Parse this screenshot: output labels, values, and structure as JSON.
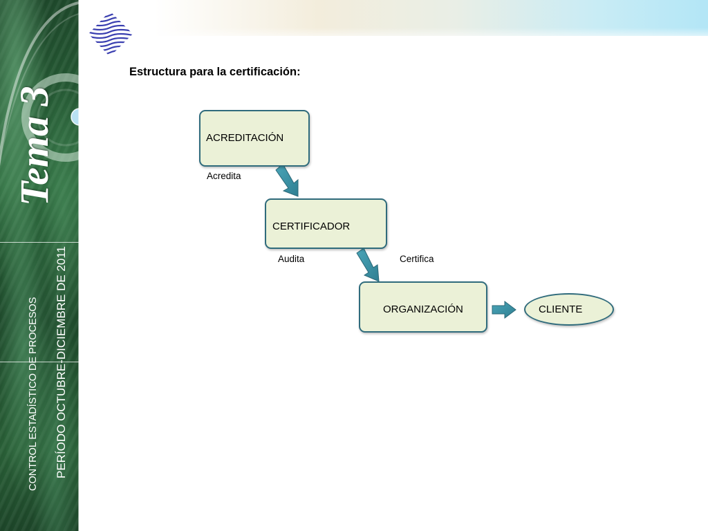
{
  "sidebar": {
    "tema": "Tema 3",
    "periodo": "PERÍODO OCTUBRE-DICIEMBRE DE 2011",
    "control": "CONTROL ESTADÍSTICO DE PROCESOS"
  },
  "slide": {
    "title": "Estructura para la certificación:"
  },
  "diagram": {
    "nodes": {
      "acreditacion": "ACREDITACIÓN",
      "certificador": "CERTIFICADOR",
      "organizacion": "ORGANIZACIÓN",
      "cliente": "CLIENTE"
    },
    "edge_labels": {
      "acredita": "Acredita",
      "audita": "Audita",
      "certifica": "Certifica"
    }
  },
  "colors": {
    "box_fill": "#ebf1d7",
    "box_border": "#2f6b7c",
    "arrow_fill": "#3a8fa3",
    "arrow_stroke": "#2c6877",
    "sidebar_green": "#2c6b3d"
  }
}
